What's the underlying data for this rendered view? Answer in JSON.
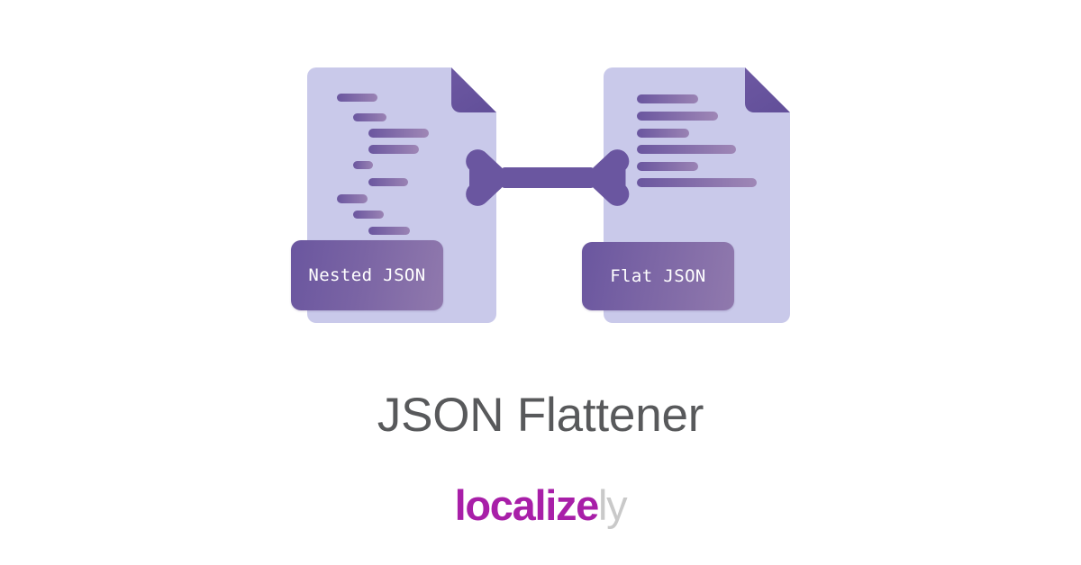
{
  "page": {
    "title": "JSON Flattener",
    "background_color": "#ffffff"
  },
  "illustration": {
    "name": "json-flattener-diagram",
    "documents": [
      {
        "id": "nested",
        "label": "Nested JSON",
        "label_icon": "document-icon",
        "body_color": "#c9c9ea",
        "fold_color": "#6a56a0",
        "line_count": 9,
        "description": "Document with indented (nested) content lines"
      },
      {
        "id": "flat",
        "label": "Flat JSON",
        "label_icon": "document-icon",
        "body_color": "#c9c9ea",
        "fold_color": "#6a56a0",
        "line_count": 6,
        "description": "Document with flat (non-indented) content lines"
      }
    ],
    "arrow": {
      "name": "double-headed-arrow-icon",
      "direction": "bidirectional",
      "color": "#6a56a0"
    }
  },
  "logo": {
    "main": "localize",
    "suffix": "ly",
    "main_color": "#a81fa8",
    "suffix_color": "#c9c9c9"
  },
  "colors": {
    "doc_body": "#c9c9ea",
    "doc_fold": "#6a56a0",
    "accent_violet": "#6a569f",
    "accent_mauve": "#9079ad",
    "title_gray": "#58595b",
    "brand_magenta": "#a81fa8",
    "brand_gray": "#c9c9c9"
  }
}
